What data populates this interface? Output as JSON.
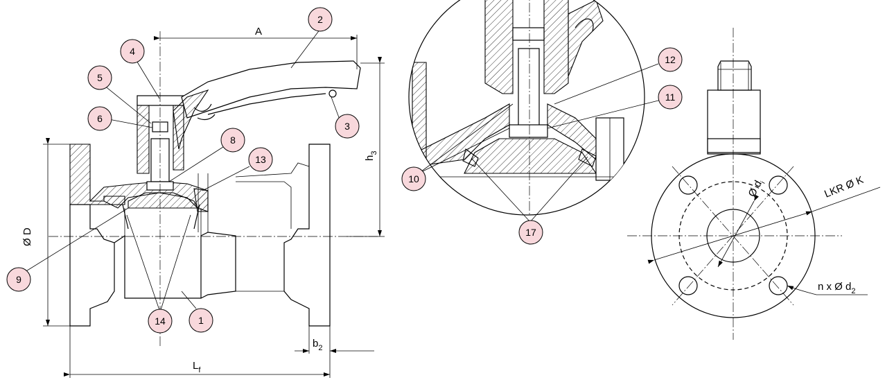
{
  "callouts": [
    "1",
    "2",
    "3",
    "4",
    "5",
    "6",
    "8",
    "9",
    "10",
    "11",
    "12",
    "13",
    "14",
    "17"
  ],
  "dimensions": {
    "A": "A",
    "h3": "h",
    "h3_sub": "3",
    "D": "Ø D",
    "Lf": "L",
    "Lf_sub": "f",
    "b2": "b",
    "b2_sub": "2",
    "di": "Ø d",
    "di_sub": "i",
    "LKR": "LKR Ø K",
    "bolt": "n x Ø d",
    "bolt_sub": "2"
  },
  "colors": {
    "callout_fill": "#f8d8dc",
    "line": "#000000",
    "background": "#ffffff"
  }
}
